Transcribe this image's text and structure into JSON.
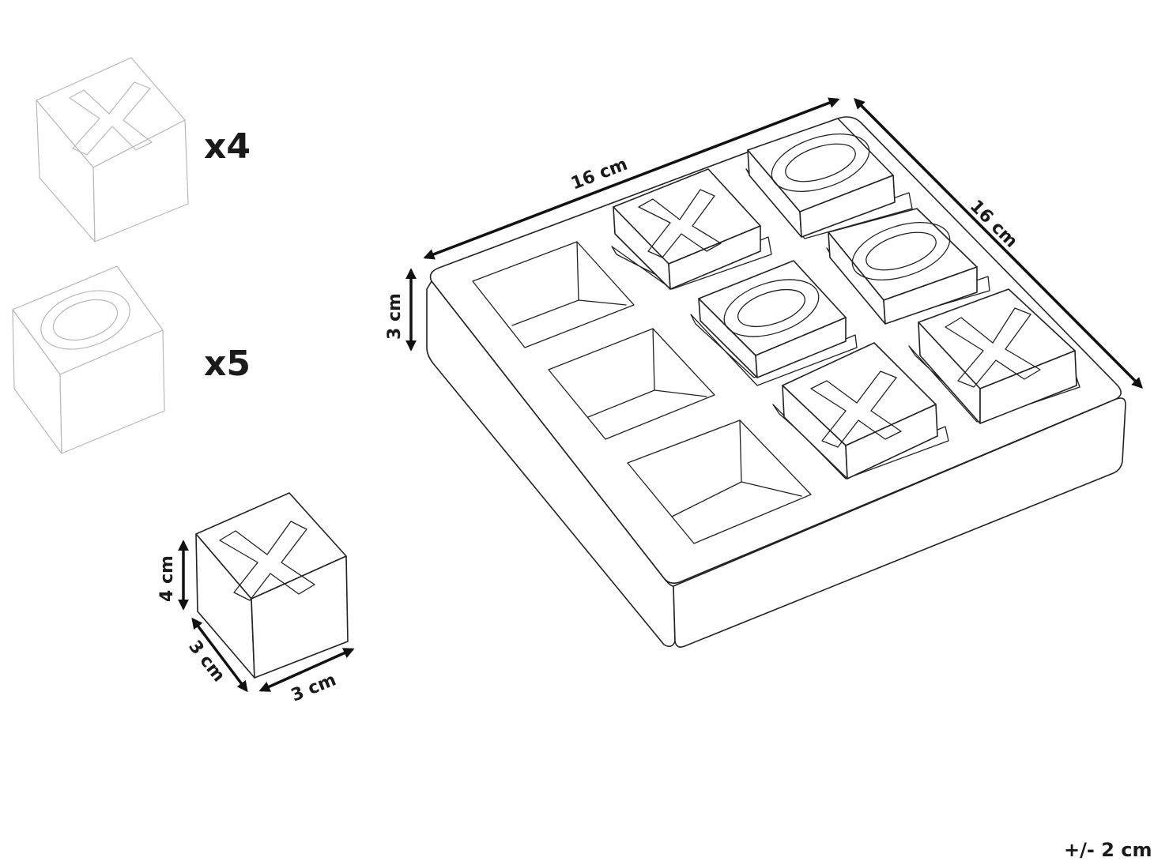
{
  "pieces": {
    "x_count": "x4",
    "o_count": "x5"
  },
  "dimensions": {
    "board_length": "16 cm",
    "board_width": "16 cm",
    "board_height": "3 cm",
    "piece_height": "4 cm",
    "piece_depth": "3 cm",
    "piece_width": "3 cm"
  },
  "tolerance": "+/- 2 cm"
}
